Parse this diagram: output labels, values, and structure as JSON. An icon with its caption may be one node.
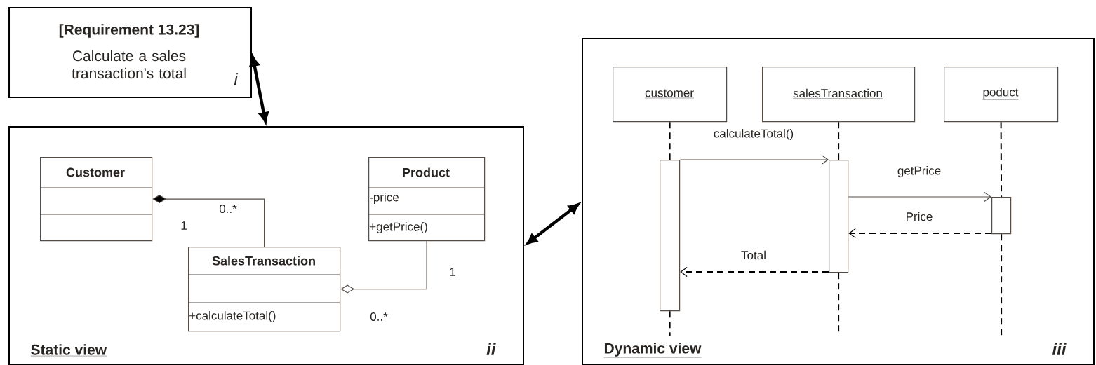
{
  "diagram": {
    "nodes": [
      {
        "text": [
          "[Requirement 13.23]",
          "Calculate a sales transaction's total",
          "i"
        ]
      },
      {
        "text": [
          "Static view",
          "ii"
        ]
      },
      {
        "text": [
          "Customer"
        ],
        "in": 1
      },
      {
        "text": [
          "SalesTransaction",
          "+calculateTotal()"
        ],
        "in": 1
      },
      {
        "text": [
          "Product",
          "-price",
          "+getPrice()"
        ],
        "in": 1
      },
      {
        "text": [
          "Dynamic view",
          "iii"
        ]
      },
      {
        "text": [
          "customer"
        ],
        "in": 5
      },
      {
        "text": [
          "salesTransaction"
        ],
        "in": 5
      },
      {
        "text": [
          "poduct"
        ],
        "in": 5
      },
      {
        "text": [],
        "shape": "bar",
        "in": 5
      },
      {
        "text": [],
        "shape": "bar",
        "in": 5
      },
      {
        "text": [],
        "shape": "bar",
        "in": 5
      }
    ],
    "edges": [
      {
        "from": 0,
        "to": 1,
        "arrow": "both",
        "style": "thick"
      },
      {
        "from": 1,
        "to": 5,
        "arrow": "both",
        "style": "thick"
      },
      {
        "from": 2,
        "to": 3,
        "arrow": "other"
      },
      {
        "from": 3,
        "to": 4,
        "arrow": "other"
      },
      {
        "from": 6,
        "to": 9,
        "arrow": "none",
        "style": "dashed"
      },
      {
        "from": 9,
        "to": null,
        "arrow": "none",
        "style": "dashed"
      },
      {
        "from": 7,
        "to": 10,
        "arrow": "none",
        "style": "dashed"
      },
      {
        "from": 10,
        "to": null,
        "arrow": "none",
        "style": "dashed"
      },
      {
        "from": 8,
        "to": 11,
        "arrow": "none",
        "style": "dashed"
      },
      {
        "from": 11,
        "to": null,
        "arrow": "none",
        "style": "dashed"
      },
      {
        "from": 9,
        "to": 10,
        "arrow": "to",
        "label": "calculateTotal()"
      },
      {
        "from": 10,
        "to": 11,
        "arrow": "to",
        "label": "getPrice"
      },
      {
        "from": 11,
        "to": 10,
        "arrow": "to",
        "label": "Price",
        "style": "dashed"
      },
      {
        "from": 10,
        "to": 9,
        "arrow": "to",
        "label": "Total",
        "style": "dashed"
      }
    ],
    "labels": [
      "0..*",
      "1",
      "1",
      "0..*"
    ]
  }
}
